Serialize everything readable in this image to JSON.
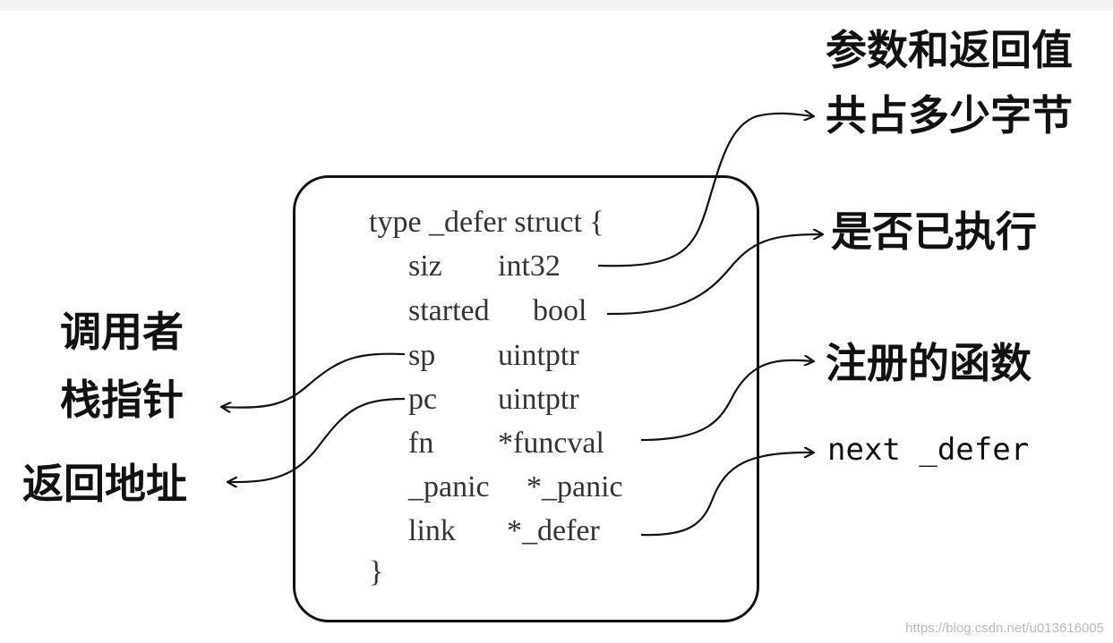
{
  "code": {
    "header": "type _defer struct {",
    "fields": [
      {
        "name": "siz",
        "type": "int32"
      },
      {
        "name": "started",
        "type": "bool"
      },
      {
        "name": "sp",
        "type": "uintptr"
      },
      {
        "name": "pc",
        "type": "uintptr"
      },
      {
        "name": "fn",
        "type": "*funcval"
      },
      {
        "name": "_panic",
        "type": "*_panic"
      },
      {
        "name": "link",
        "type": "*_defer"
      }
    ],
    "footer": "}"
  },
  "annotations": {
    "siz_line1": "参数和返回值",
    "siz_line2": "共占多少字节",
    "started": "是否已执行",
    "sp_line1": "调用者",
    "sp_line2": "栈指针",
    "pc": "返回地址",
    "fn": "注册的函数",
    "link": "next _defer"
  },
  "watermark": "https://blog.csdn.net/u013616005"
}
